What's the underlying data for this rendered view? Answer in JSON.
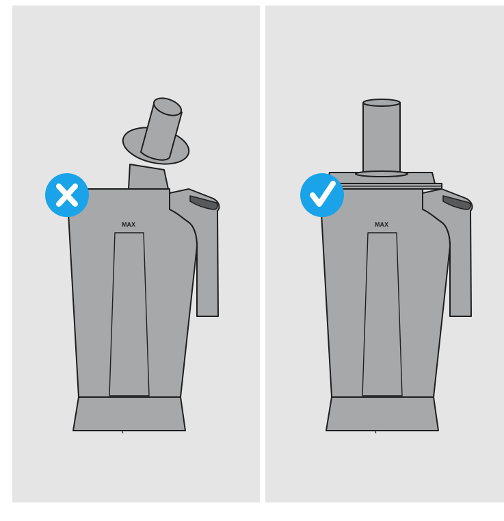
{
  "panels": [
    {
      "id": "incorrect",
      "status_icon": "cross-icon",
      "badge_color": "#1aa3e8",
      "jar_label": "MAX"
    },
    {
      "id": "correct",
      "status_icon": "check-icon",
      "badge_color": "#1aa3e8",
      "jar_label": "MAX"
    }
  ],
  "colors": {
    "background": "#e5e5e6",
    "jar_fill": "#a7a8aa",
    "jar_stroke": "#1e1e1e",
    "handle_inner": "#58595b"
  }
}
